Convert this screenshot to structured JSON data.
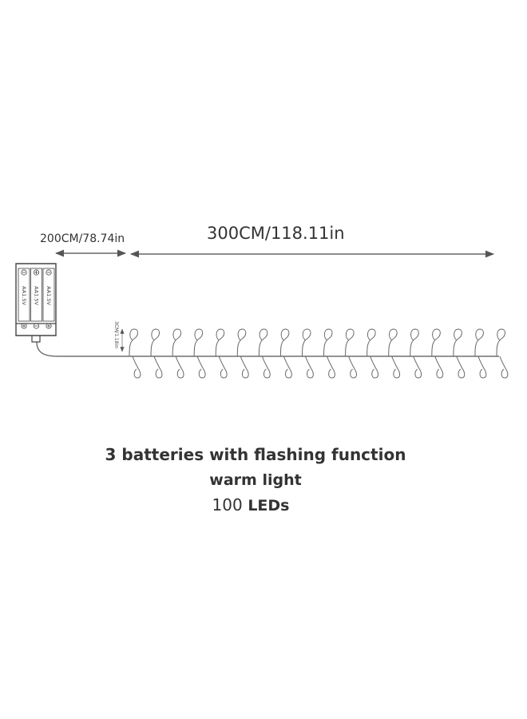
{
  "dimensions": {
    "lead_cable_label": "200CM/78.74in",
    "light_string_label": "300CM/118.11in",
    "drop_spacing_label": "3CM/1.18in"
  },
  "battery_box": {
    "battery_label": "AA1.5V",
    "battery_count": 3
  },
  "caption": {
    "line1": "3 batteries with flashing function",
    "line2": "warm light",
    "line3_number": "100",
    "line3_unit": "LEDs"
  }
}
